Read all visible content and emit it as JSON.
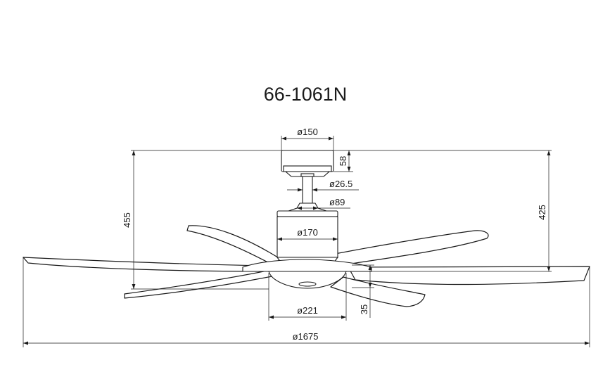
{
  "title": "66-1061N",
  "dimensions": {
    "canopy_diameter": "ø150",
    "canopy_height": "58",
    "downrod_diameter": "ø26.5",
    "collar_diameter": "ø89",
    "motor_diameter": "ø170",
    "light_diameter": "ø221",
    "light_height": "35",
    "blade_span": "ø1675",
    "overall_height_left": "455",
    "overall_height_right": "425"
  }
}
